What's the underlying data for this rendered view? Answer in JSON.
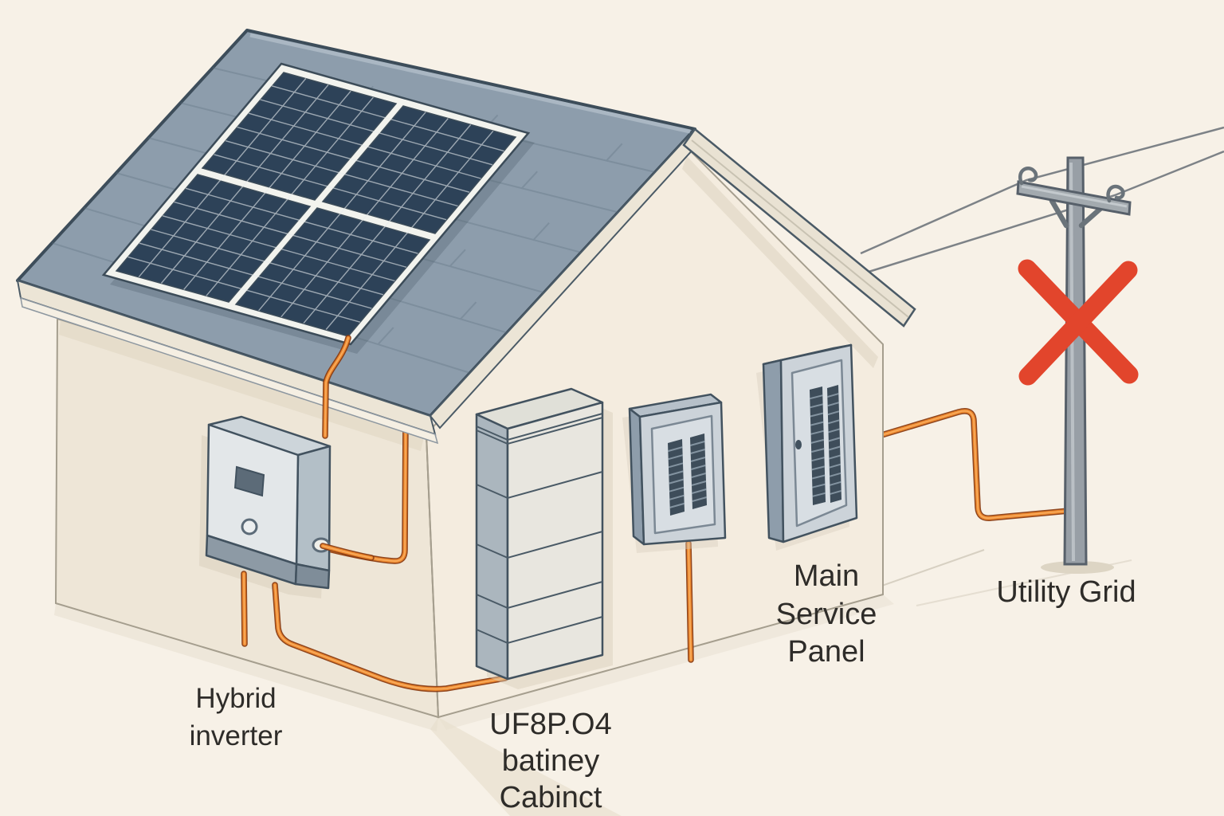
{
  "scene": {
    "background": "#f7f1e7",
    "colors": {
      "wire": "#ee8a30",
      "wire_outline": "#8a3c12",
      "wire_highlight": "#f9b468",
      "disconnect_x": "#e2452c",
      "roof": "#8d9dac",
      "panel_cell": "#2d4258",
      "panel_grid": "#e8ecef",
      "wall_front": "#f4ecdf",
      "wall_side": "#eee6d7",
      "equipment_face": "#dde2e6",
      "equipment_side": "#9fadb8"
    }
  },
  "labels": {
    "hybrid_inverter": {
      "line1": "Hybrid",
      "line2": "inverter"
    },
    "battery_cabinet": {
      "line1": "UF8P.O4",
      "line2": "batiney",
      "line3": "Cabinct"
    },
    "main_service_panel": {
      "line1": "Main",
      "line2": "Service",
      "line3": "Panel"
    },
    "utility_grid": {
      "text": "Utility Grid"
    }
  }
}
